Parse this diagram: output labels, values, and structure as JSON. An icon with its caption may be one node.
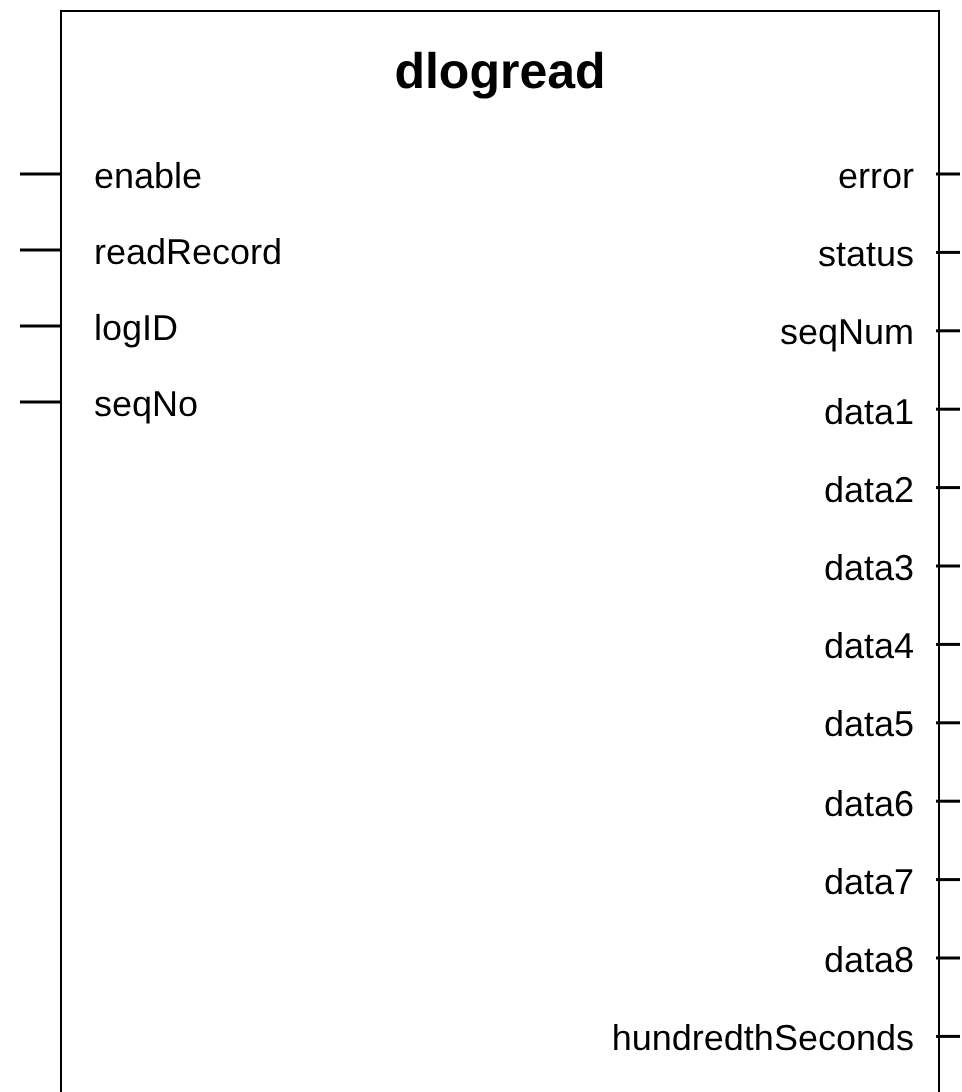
{
  "diagram": {
    "nodes": [
      {
        "text": [
          "dlogread"
        ]
      },
      {
        "text": [
          "enable"
        ],
        "in": 0
      },
      {
        "text": [
          "error"
        ],
        "in": 0
      },
      {
        "text": [
          "readRecord"
        ],
        "in": 0
      },
      {
        "text": [
          "status"
        ],
        "in": 0
      },
      {
        "text": [
          "logID"
        ],
        "in": 0
      },
      {
        "text": [
          "seqNum"
        ],
        "in": 0
      },
      {
        "text": [
          "seqNo"
        ],
        "in": 0
      },
      {
        "text": [
          "data1"
        ],
        "in": 0
      },
      {
        "text": [
          "data2"
        ],
        "in": 0
      },
      {
        "text": [
          "data3"
        ],
        "in": 0
      },
      {
        "text": [
          "data4"
        ],
        "in": 0
      },
      {
        "text": [
          "data5"
        ],
        "in": 0
      },
      {
        "text": [
          "data6"
        ],
        "in": 0
      },
      {
        "text": [
          "data7"
        ],
        "in": 0
      },
      {
        "text": [
          "data8"
        ],
        "in": 0
      },
      {
        "text": [
          "hundredthSeconds"
        ],
        "in": 0
      }
    ],
    "edges": [
      {
        "from": null,
        "to": 1,
        "arrow": "none"
      },
      {
        "from": 2,
        "to": null,
        "arrow": "none"
      },
      {
        "from": null,
        "to": 3,
        "arrow": "none"
      },
      {
        "from": 4,
        "to": null,
        "arrow": "none"
      },
      {
        "from": null,
        "to": 5,
        "arrow": "none"
      },
      {
        "from": 6,
        "to": null,
        "arrow": "none"
      },
      {
        "from": null,
        "to": 7,
        "arrow": "none"
      },
      {
        "from": 8,
        "to": null,
        "arrow": "none"
      },
      {
        "from": 9,
        "to": null,
        "arrow": "none"
      },
      {
        "from": 10,
        "to": null,
        "arrow": "none"
      },
      {
        "from": 11,
        "to": null,
        "arrow": "none"
      },
      {
        "from": 12,
        "to": null,
        "arrow": "none"
      },
      {
        "from": 13,
        "to": null,
        "arrow": "none"
      },
      {
        "from": 14,
        "to": null,
        "arrow": "none"
      },
      {
        "from": 15,
        "to": null,
        "arrow": "none"
      },
      {
        "from": 16,
        "to": null,
        "arrow": "none"
      }
    ]
  }
}
